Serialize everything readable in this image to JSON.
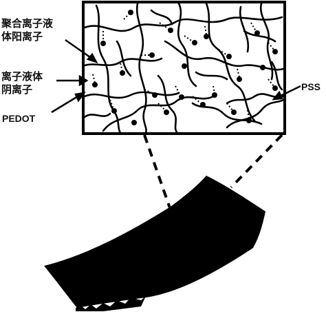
{
  "labels": {
    "polymer_cation": "聚合离子液\n体阳离子",
    "anion": "离子液体\n阴离子",
    "pedot": "PEDOT",
    "pss": "PSS"
  },
  "colors": {
    "ink": "#111111",
    "background": "#ffffff"
  }
}
